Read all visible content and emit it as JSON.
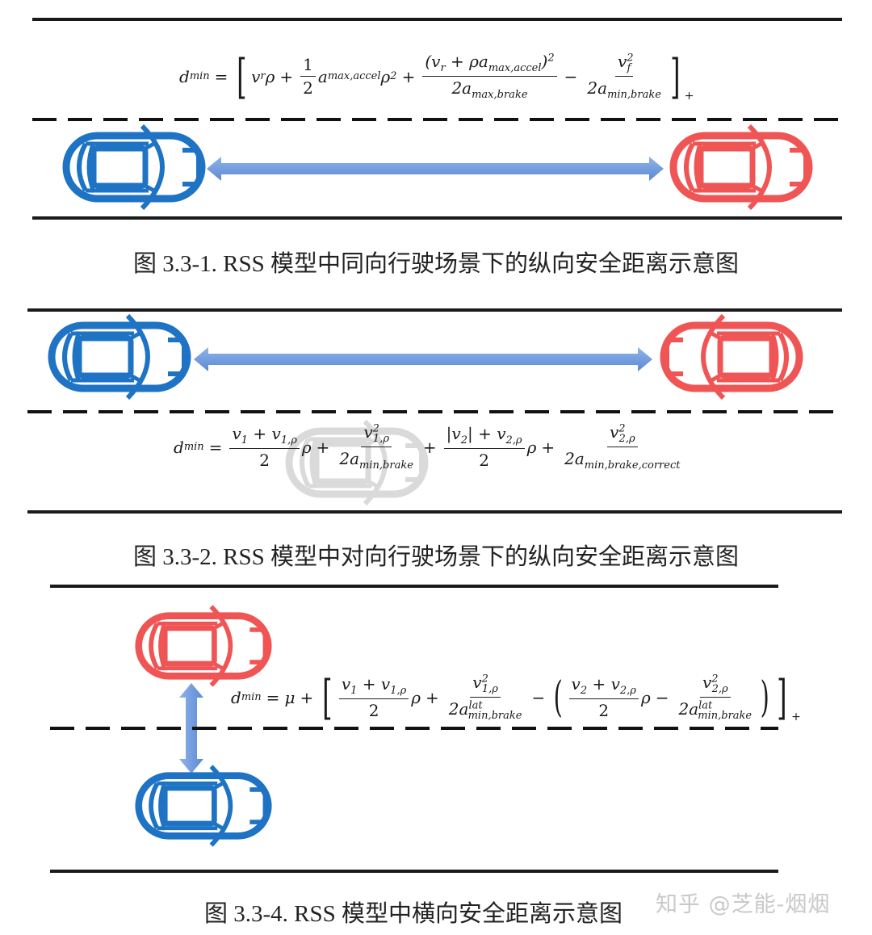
{
  "figures": [
    {
      "id": "fig-3.3-1",
      "caption": "图 3.3-1. RSS 模型中同向行驶场景下的纵向安全距离示意图",
      "scenario": "same-direction",
      "cars": [
        {
          "role": "rear",
          "color": "#1e73c4",
          "facing": "right"
        },
        {
          "role": "front",
          "color": "#f05555",
          "facing": "right"
        }
      ],
      "arrow": {
        "orientation": "horizontal",
        "color": "#6a98dc"
      },
      "formula": {
        "lhs": "d",
        "lhs_sub": "min",
        "eq": "=",
        "open_bracket": "[",
        "t1": "v",
        "t1_sub": "r",
        "t1_rho": "ρ",
        "plus1": "+",
        "half_num": "1",
        "half_den": "2",
        "t2": "a",
        "t2_sub": "max,accel",
        "t2_rho": "ρ",
        "t2_sup": "2",
        "plus2": "+",
        "frac1_num": "(v",
        "frac1_num_sub": "r",
        "frac1_num_mid": " + ρa",
        "frac1_num_sub2": "max,accel",
        "frac1_num_close": ")",
        "frac1_num_sup": "2",
        "frac1_den": "2a",
        "frac1_den_sub": "max,brake",
        "minus": "−",
        "frac2_num": "v",
        "frac2_num_sup": "2",
        "frac2_num_sub": "f",
        "frac2_den": "2a",
        "frac2_den_sub": "min,brake",
        "close_bracket": "]",
        "plus_sub": "+"
      }
    },
    {
      "id": "fig-3.3-2",
      "caption": "图 3.3-2. RSS 模型中对向行驶场景下的纵向安全距离示意图",
      "scenario": "opposite-direction",
      "cars": [
        {
          "role": "ego",
          "color": "#1e73c4",
          "facing": "right"
        },
        {
          "role": "oncoming",
          "color": "#f05555",
          "facing": "left"
        },
        {
          "role": "ghost",
          "color": "#d8d8d8",
          "facing": "right"
        }
      ],
      "arrow": {
        "orientation": "horizontal",
        "color": "#6a98dc"
      },
      "formula": {
        "lhs": "d",
        "lhs_sub": "min",
        "eq": "=",
        "f1_num": "v",
        "f1_num_sub": "1",
        "f1_num_plus": " + v",
        "f1_num_sub2": "1,ρ",
        "f1_den": "2",
        "rho1": "ρ",
        "plus1": "+",
        "f2_num": "v",
        "f2_num_sup": "2",
        "f2_num_sub": "1,ρ",
        "f2_den": "2a",
        "f2_den_sub": "min,brake",
        "plus2": "+",
        "f3_num": "|v",
        "f3_num_sub": "2",
        "f3_num_mid": "| + v",
        "f3_num_sub2": "2,ρ",
        "f3_den": "2",
        "rho2": "ρ",
        "plus3": "+",
        "f4_num": "v",
        "f4_num_sup": "2",
        "f4_num_sub": "2,ρ",
        "f4_den": "2a",
        "f4_den_sub": "min,brake,correct"
      }
    },
    {
      "id": "fig-3.3-4",
      "caption": "图 3.3-4. RSS 模型中横向安全距离示意图",
      "scenario": "lateral",
      "cars": [
        {
          "role": "left-lane",
          "color": "#f05555",
          "facing": "right"
        },
        {
          "role": "right-lane",
          "color": "#1e73c4",
          "facing": "right"
        }
      ],
      "arrow": {
        "orientation": "vertical",
        "color": "#6a98dc"
      },
      "formula": {
        "lhs": "d",
        "lhs_sub": "min",
        "eq": "=",
        "mu": "μ",
        "plus0": "+",
        "open_bracket": "[",
        "f1_num": "v",
        "f1_num_sub": "1",
        "f1_num_plus": " + v",
        "f1_num_sub2": "1,ρ",
        "f1_den": "2",
        "rho1": "ρ",
        "plus1": "+",
        "f2_num": "v",
        "f2_num_sup": "2",
        "f2_num_sub": "1,ρ",
        "f2_den": "2a",
        "f2_den_sup": "lat",
        "f2_den_sub": "min,brake",
        "minus1": "−",
        "open_paren": "(",
        "f3_num": "v",
        "f3_num_sub": "2",
        "f3_num_plus": " + v",
        "f3_num_sub2": "2,ρ",
        "f3_den": "2",
        "rho2": "ρ",
        "minus2": "−",
        "f4_num": "v",
        "f4_num_sup": "2",
        "f4_num_sub": "2,ρ",
        "f4_den": "2a",
        "f4_den_sup": "lat",
        "f4_den_sub": "min,brake",
        "close_paren": ")",
        "close_bracket": "]",
        "plus_sub": "+"
      }
    }
  ],
  "watermark": "知乎 @芝能-烟烟",
  "colors": {
    "blue_car": "#1e73c4",
    "red_car": "#f05555",
    "ghost_car": "#d8d8d8",
    "arrow": "#6a98dc",
    "road_line": "#1a1a1a"
  }
}
